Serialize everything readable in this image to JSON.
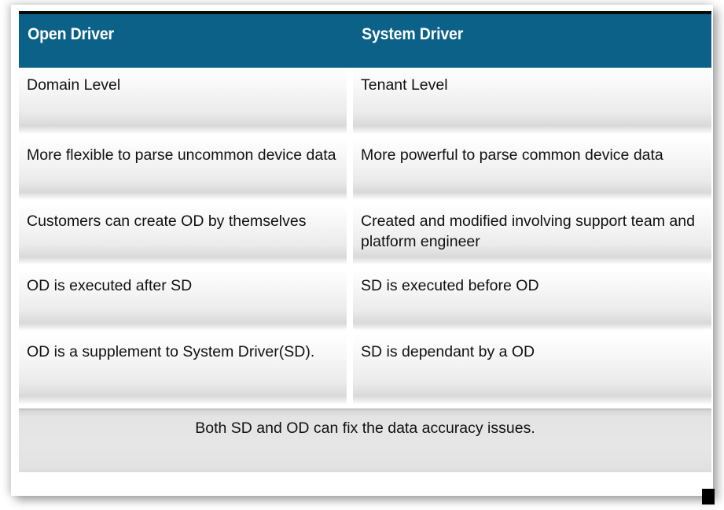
{
  "table": {
    "columns": [
      {
        "id": "open-driver",
        "header": "Open Driver"
      },
      {
        "id": "system-driver",
        "header": "System Driver"
      }
    ],
    "rows": [
      {
        "left": "Domain Level",
        "right": "Tenant Level"
      },
      {
        "left": "More flexible to parse uncommon device data",
        "right": "More powerful to parse common device data"
      },
      {
        "left": "Customers can create OD by themselves",
        "right": "Created and modified involving support team and platform engineer"
      },
      {
        "left": "OD is executed after SD",
        "right": "SD is executed before OD"
      },
      {
        "left": "OD is a supplement to System Driver(SD).",
        "right": "SD is dependant by a OD"
      }
    ],
    "footer": "Both SD and OD can fix the data accuracy issues."
  },
  "colors": {
    "header_background": "#0c6189",
    "header_text": "#ffffff",
    "header_top_rule": "#0a0a0a",
    "cell_text": "#111111",
    "footer_background": "#e4e4e4",
    "page_background": "#ffffff"
  }
}
